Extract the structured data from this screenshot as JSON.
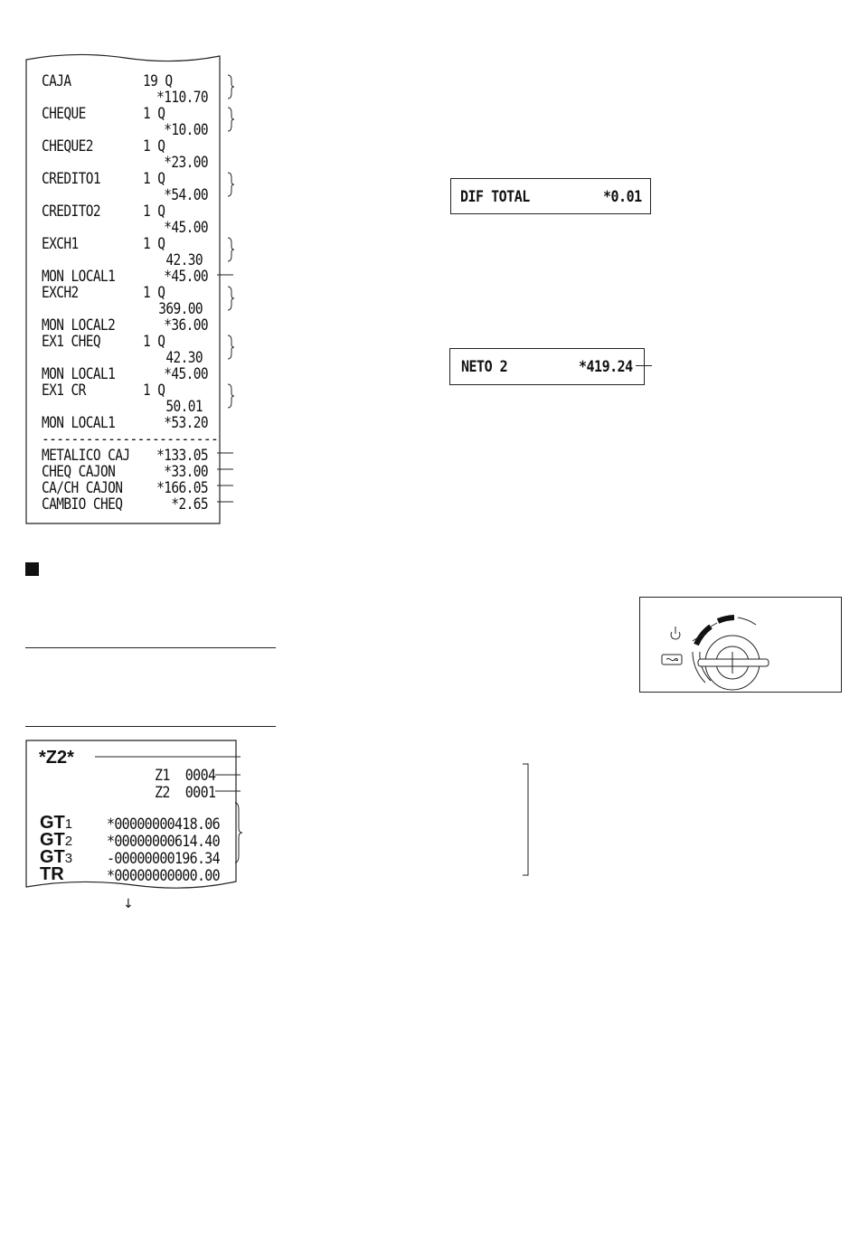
{
  "receipt1": {
    "rows": [
      {
        "label": "CAJA",
        "qty": "19 Q",
        "amount": "*110.70"
      },
      {
        "label": "CHEQUE",
        "qty": "1 Q",
        "amount": "*10.00"
      },
      {
        "label": "CHEQUE2",
        "qty": "1 Q",
        "amount": "*23.00"
      },
      {
        "label": "CREDITO1",
        "qty": "1 Q",
        "amount": "*54.00"
      },
      {
        "label": "CREDITO2",
        "qty": "1 Q",
        "amount": "*45.00"
      },
      {
        "label": "EXCH1",
        "qty": "1 Q",
        "amount": "42.30"
      },
      {
        "label": "MON LOCAL1",
        "qty": "",
        "amount": "*45.00"
      },
      {
        "label": "EXCH2",
        "qty": "1 Q",
        "amount": "369.00"
      },
      {
        "label": "MON LOCAL2",
        "qty": "",
        "amount": "*36.00"
      },
      {
        "label": "EX1 CHEQ",
        "qty": "1 Q",
        "amount": "42.30"
      },
      {
        "label": "MON LOCAL1",
        "qty": "",
        "amount": "*45.00"
      },
      {
        "label": "EX1 CR",
        "qty": "1 Q",
        "amount": "50.01"
      },
      {
        "label": "MON LOCAL1",
        "qty": "",
        "amount": "*53.20"
      }
    ],
    "separator": "------------------------",
    "totals": [
      {
        "label": "METALICO CAJ",
        "amount": "*133.05"
      },
      {
        "label": "CHEQ CAJON",
        "amount": "*33.00"
      },
      {
        "label": "CA/CH CAJON",
        "amount": "*166.05"
      },
      {
        "label": "CAMBIO CHEQ",
        "amount": "*2.65"
      }
    ]
  },
  "display1": {
    "label": "DIF TOTAL",
    "value": "*0.01"
  },
  "display2": {
    "label": "NETO 2",
    "value": "*419.24"
  },
  "receipt2": {
    "title": "*Z2*",
    "z1": "Z1  0004",
    "z2": "Z2  0001",
    "gt": [
      {
        "label": "GT",
        "sub": "1",
        "value": "*00000000418.06"
      },
      {
        "label": "GT",
        "sub": "2",
        "value": "*00000000614.40"
      },
      {
        "label": "GT",
        "sub": "3",
        "value": "-00000000196.34"
      },
      {
        "label": "TR",
        "sub": "",
        "value": "*00000000000.00"
      }
    ]
  },
  "icons": {
    "power": "power-icon",
    "infinity": "infinity-icon",
    "arrow": "down-arrow-icon"
  }
}
